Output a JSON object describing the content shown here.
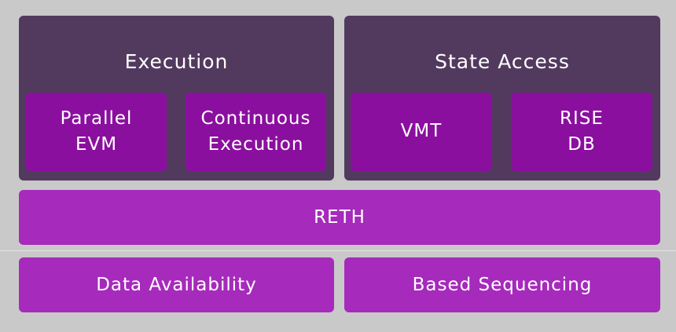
{
  "colors": {
    "background": "#c9c9c9",
    "panel": "#523a5f",
    "inner_box": "#8b0f9f",
    "bar": "#a62abb",
    "text": "#ffffff"
  },
  "execution": {
    "title": "Execution",
    "boxes": [
      "Parallel\nEVM",
      "Continuous\nExecution"
    ]
  },
  "state_access": {
    "title": "State Access",
    "boxes": [
      "VMT",
      "RISE\nDB"
    ]
  },
  "reth": {
    "label": "RETH"
  },
  "bottom": {
    "left": "Data Availability",
    "right": "Based Sequencing"
  }
}
